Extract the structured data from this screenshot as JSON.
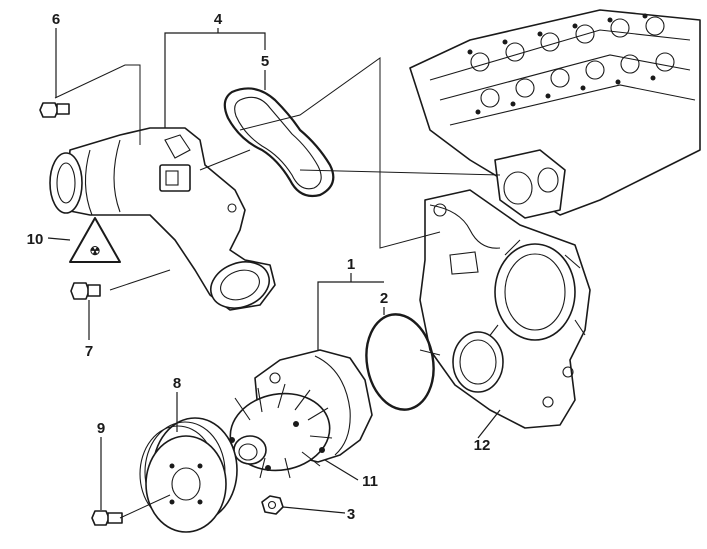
{
  "callouts": [
    {
      "id": "6",
      "label": "6"
    },
    {
      "id": "4",
      "label": "4"
    },
    {
      "id": "5",
      "label": "5"
    },
    {
      "id": "10",
      "label": "10"
    },
    {
      "id": "7",
      "label": "7"
    },
    {
      "id": "1",
      "label": "1"
    },
    {
      "id": "2",
      "label": "2"
    },
    {
      "id": "8",
      "label": "8"
    },
    {
      "id": "9",
      "label": "9"
    },
    {
      "id": "11",
      "label": "11"
    },
    {
      "id": "3",
      "label": "3"
    },
    {
      "id": "12",
      "label": "12"
    }
  ]
}
